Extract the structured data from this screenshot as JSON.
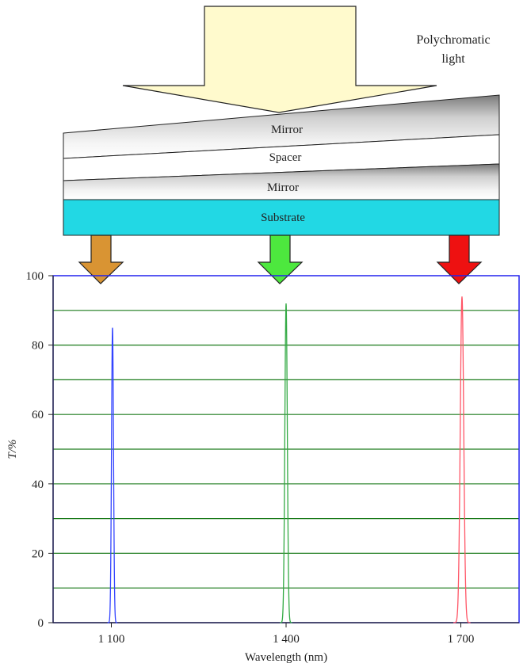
{
  "diagram": {
    "light_label_line1": "Polychromatic",
    "light_label_line2": "light",
    "layers": {
      "top_mirror": "Mirror",
      "spacer": "Spacer",
      "bottom_mirror": "Mirror",
      "substrate": "Substrate"
    },
    "colors": {
      "input_arrow": "#FFFACD",
      "substrate": "#22D8E4",
      "out_arrow_1": "#D99433",
      "out_arrow_2": "#4DE83E",
      "out_arrow_3": "#EE1111"
    }
  },
  "chart_data": {
    "type": "line",
    "xlabel": "Wavelength (nm)",
    "ylabel": "T/%",
    "xlim": [
      1000,
      1800
    ],
    "ylim": [
      0,
      100
    ],
    "x_ticks": [
      {
        "value": 1100,
        "label": "1 100"
      },
      {
        "value": 1400,
        "label": "1 400"
      },
      {
        "value": 1700,
        "label": "1 700"
      }
    ],
    "y_ticks": [
      {
        "value": 0,
        "label": "0"
      },
      {
        "value": 20,
        "label": "20"
      },
      {
        "value": 40,
        "label": "40"
      },
      {
        "value": 60,
        "label": "60"
      },
      {
        "value": 80,
        "label": "80"
      },
      {
        "value": 100,
        "label": "100"
      }
    ],
    "gridlines_y": [
      10,
      20,
      30,
      40,
      50,
      60,
      70,
      80,
      90
    ],
    "grid": true,
    "series": [
      {
        "center": 1102,
        "peak": 85,
        "fwhm": 4,
        "color": "#3344FF"
      },
      {
        "center": 1400,
        "peak": 92,
        "fwhm": 5,
        "color": "#33AA44"
      },
      {
        "center": 1702,
        "peak": 94,
        "fwhm": 7,
        "color": "#FF5566"
      }
    ]
  }
}
